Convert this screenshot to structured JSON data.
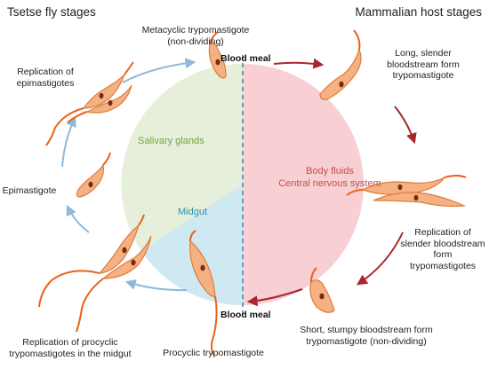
{
  "headings": {
    "tsetse": "Tsetse fly stages",
    "mammalian": "Mammalian host stages"
  },
  "regions": {
    "salivary": "Salivary glands",
    "midgut": "Midgut",
    "body_fluids": "Body fluids",
    "cns": "Central nervous system"
  },
  "blood_meal": {
    "top": "Blood meal",
    "bottom": "Blood meal"
  },
  "stages": {
    "metacyclic": [
      "Metacyclic trypomastigote",
      "(non-dividing)"
    ],
    "long_slender": [
      "Long, slender",
      "bloodstream form",
      "trypomastigote"
    ],
    "replication_slender": [
      "Replication of",
      "slender bloodstream",
      "form",
      "trypomastigotes"
    ],
    "short_stumpy": [
      "Short, stumpy bloodstream form",
      "trypomastigote (non-dividing)"
    ],
    "procyclic": [
      "Procyclic trypomastigote"
    ],
    "replication_procyclic": [
      "Replication of procyclic",
      "trypomastigotes in the midgut"
    ],
    "epimastigote": [
      "Epimastigote"
    ],
    "replication_epi": [
      "Replication of",
      "epimastigotes"
    ]
  },
  "colors": {
    "salivary_fill": "#e5efd9",
    "midgut_fill": "#cfe9f2",
    "host_fill": "#f8cfd2",
    "salivary_text": "#77a043",
    "midgut_text": "#2e8fb8",
    "host_text": "#c0504d",
    "fly_arrow": "#8eb9da",
    "host_arrow": "#a9262c",
    "divider": "#4a86b5",
    "parasite_body": "#f4b183",
    "parasite_edge": "#e07c3a",
    "flagellum": "#e8621a",
    "nucleus": "#7a2d0e"
  }
}
